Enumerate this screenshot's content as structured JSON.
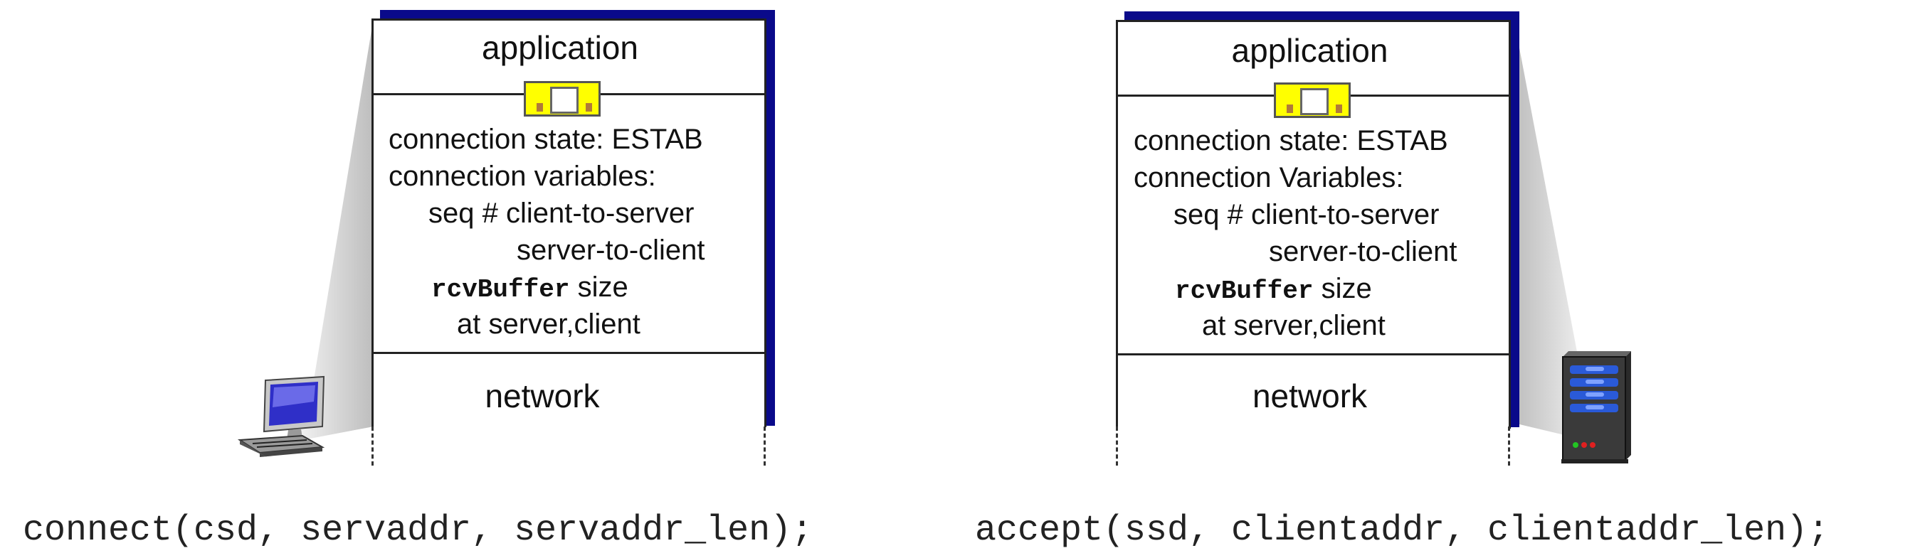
{
  "client": {
    "layers": {
      "application": "application",
      "network": "network"
    },
    "state": {
      "connection_state": "connection state: ESTAB",
      "connection_variables": "connection variables:",
      "seq": "seq # client-to-server",
      "server_to_client": "server-to-client",
      "rcvbuffer": "rcvBuffer",
      "size": "size",
      "at": "at server,client"
    },
    "host_icon": "laptop-icon",
    "call": "connect(csd, servaddr, servaddr_len);"
  },
  "server": {
    "layers": {
      "application": "application",
      "network": "network"
    },
    "state": {
      "connection_state": "connection state: ESTAB",
      "connection_variables": "connection Variables:",
      "seq": "seq # client-to-server",
      "server_to_client": "server-to-client",
      "rcvbuffer": "rcvBuffer",
      "size": "size",
      "at": "at server,client"
    },
    "host_icon": "server-tower-icon",
    "call": "accept(ssd, clientaddr, clientaddr_len);"
  },
  "colors": {
    "stack_shadow": "#0a0a8a",
    "socket": "#ffff00"
  }
}
